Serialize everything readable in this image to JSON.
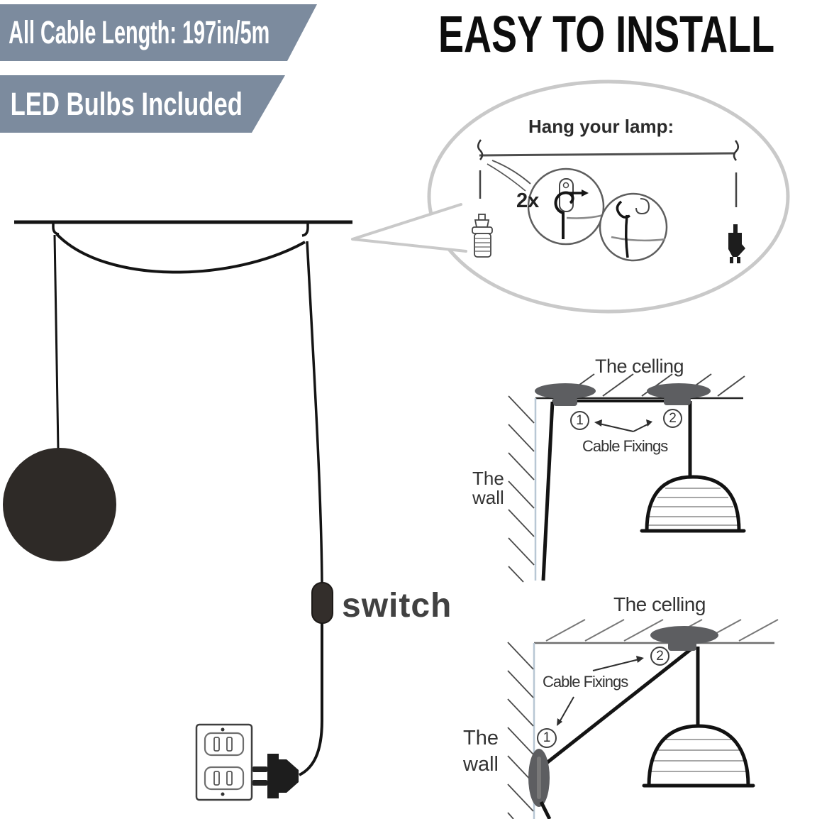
{
  "banners": {
    "banner1": "All Cable Length: 197in/5m",
    "banner2": "LED Bulbs Included"
  },
  "heading": "EASY TO INSTALL",
  "bubble": {
    "title": "Hang your lamp:",
    "count": "2x"
  },
  "pendant": {
    "switch_label": "switch"
  },
  "diagram_top": {
    "ceiling_label": "The celling",
    "fixings_label": "Cable Fixings",
    "wall_label": "The\nwall",
    "step1": "1",
    "step2": "2"
  },
  "diagram_bottom": {
    "ceiling_label": "The celling",
    "fixings_label": "Cable Fixings",
    "wall_label": "The\nwall",
    "step1": "1",
    "step2": "2"
  },
  "colors": {
    "banner_bg": "#7c8b9e",
    "banner_text": "#ffffff",
    "heading_text": "#0d0d0d",
    "ink": "#141414",
    "bubble_border": "#c9c9c9",
    "fixing_gray": "#5d5e61",
    "wall_line": "#b8c7d4",
    "sphere": "#2e2a27",
    "label_text": "#333333"
  }
}
